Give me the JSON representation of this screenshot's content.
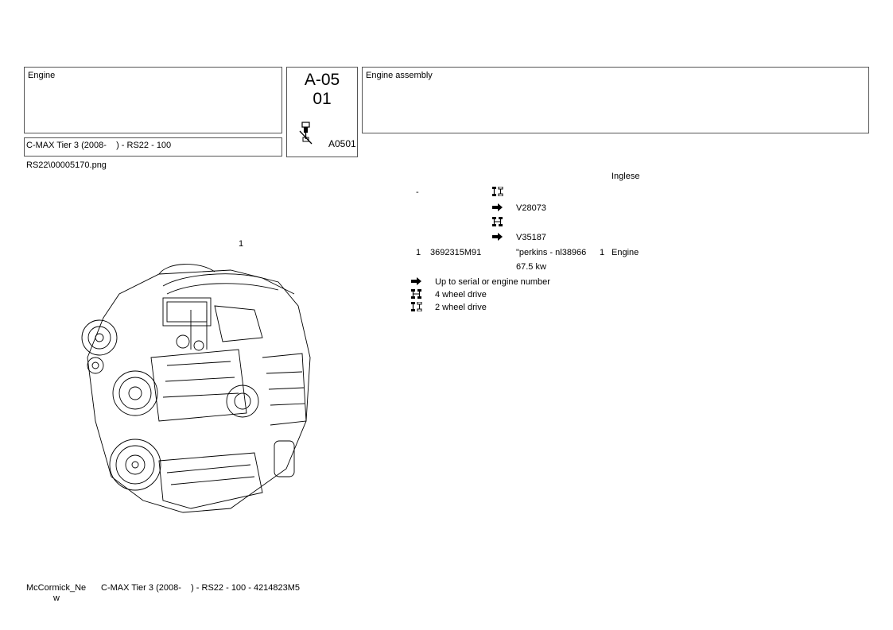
{
  "header": {
    "group_name": "Engine",
    "section_code_line1": "A-05",
    "section_code_line2": "01",
    "section_ref": "A0501",
    "description": "Engine assembly",
    "model": "C-MAX Tier 3 (2008-    ) - RS22 - 100"
  },
  "image_file": "RS22\\00005170.png",
  "language": "Inglese",
  "diagram": {
    "callout": "1"
  },
  "parts_table": {
    "rows": [
      {
        "index": "",
        "part_no": "-",
        "note": "",
        "qty": "",
        "desc": "",
        "icon": "wheel-drive-2wd-icon"
      },
      {
        "index": "",
        "part_no": "",
        "note": "V28073",
        "qty": "",
        "desc": "",
        "icon": "arrow-right-icon"
      },
      {
        "index": "",
        "part_no": "",
        "note": "",
        "qty": "",
        "desc": "",
        "icon": "wheel-drive-4wd-icon"
      },
      {
        "index": "",
        "part_no": "",
        "note": "V35187",
        "qty": "",
        "desc": "",
        "icon": "arrow-right-icon"
      },
      {
        "index": "1",
        "part_no": "3692315M91",
        "note": "\"perkins - nl38966",
        "qty": "1",
        "desc": "Engine",
        "icon": ""
      },
      {
        "index": "",
        "part_no": "",
        "note": "67.5 kw",
        "qty": "",
        "desc": "",
        "icon": ""
      }
    ]
  },
  "legend": [
    {
      "icon": "arrow-right-icon",
      "label": "Up to serial or engine number"
    },
    {
      "icon": "wheel-drive-4wd-icon",
      "label": "4 wheel drive"
    },
    {
      "icon": "wheel-drive-2wd-icon",
      "label": "2 wheel drive"
    }
  ],
  "footer": {
    "brand_line1": "McCormick_Ne",
    "brand_line2": "w",
    "model_ref": "C-MAX Tier 3 (2008-    ) - RS22 - 100 - 4214823M5"
  }
}
